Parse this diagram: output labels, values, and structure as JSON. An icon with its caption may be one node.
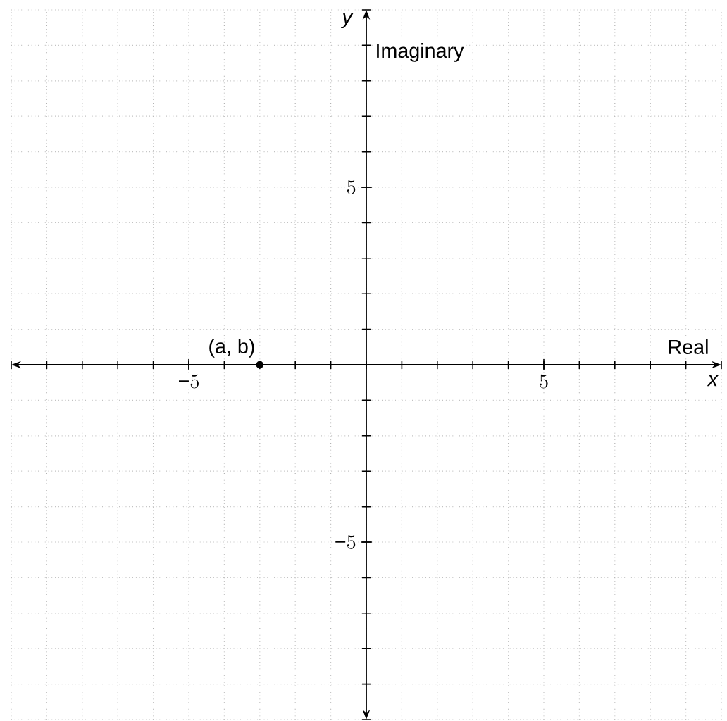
{
  "diagram": {
    "labels": [
      "Imaginary",
      "Real"
    ],
    "chart_data": {
      "type": "scatter",
      "xlabel": "x",
      "ylabel": "y",
      "x": [
        -3
      ],
      "values": [
        0
      ],
      "grid": true,
      "xlim": [
        -10,
        10
      ],
      "ylim": [
        -10,
        10
      ],
      "xticks": [
        -5,
        5
      ],
      "yticks": [
        -5,
        5
      ],
      "annotations": [
        {
          "text": "(a, b)",
          "x": -3,
          "y": 0
        }
      ]
    }
  }
}
